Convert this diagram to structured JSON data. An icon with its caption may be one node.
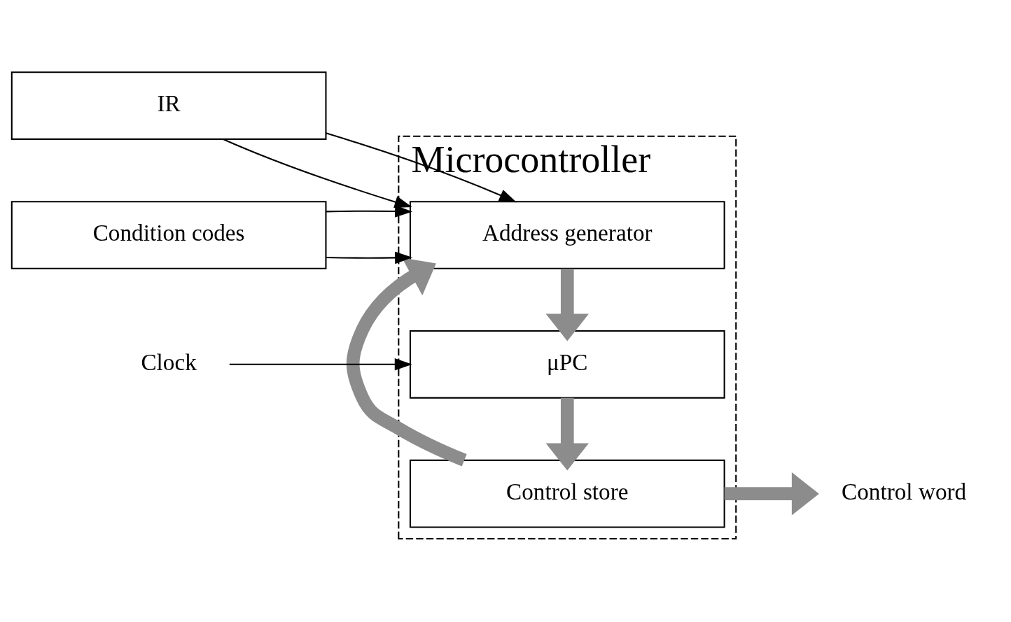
{
  "diagram": {
    "nodes": [
      {
        "text": [
          "Microcontroller"
        ]
      },
      {
        "text": [
          "IR"
        ]
      },
      {
        "text": [
          "Condition codes"
        ]
      },
      {
        "text": [
          "Address generator"
        ],
        "in": 0
      },
      {
        "text": [
          "Clock"
        ]
      },
      {
        "text": [
          "μPC"
        ],
        "in": 0
      },
      {
        "text": [
          "Control store"
        ],
        "in": 0
      },
      {
        "text": [
          "Control word"
        ]
      }
    ],
    "edges": [
      {
        "from": 1,
        "to": 3,
        "arrow": "to"
      },
      {
        "from": 1,
        "to": 3,
        "arrow": "to"
      },
      {
        "from": 2,
        "to": 3,
        "arrow": "to"
      },
      {
        "from": 2,
        "to": 3,
        "arrow": "to"
      },
      {
        "from": 3,
        "to": 5,
        "arrow": "to",
        "style": "thick",
        "color": "#8c8c8c"
      },
      {
        "from": 4,
        "to": 5,
        "arrow": "to"
      },
      {
        "from": 5,
        "to": 6,
        "arrow": "to",
        "style": "thick",
        "color": "#8c8c8c"
      },
      {
        "from": 6,
        "to": 7,
        "arrow": "to",
        "style": "thick",
        "color": "#8c8c8c"
      },
      {
        "from": 6,
        "to": 3,
        "arrow": "to",
        "style": "thick",
        "color": "#8c8c8c"
      }
    ]
  }
}
